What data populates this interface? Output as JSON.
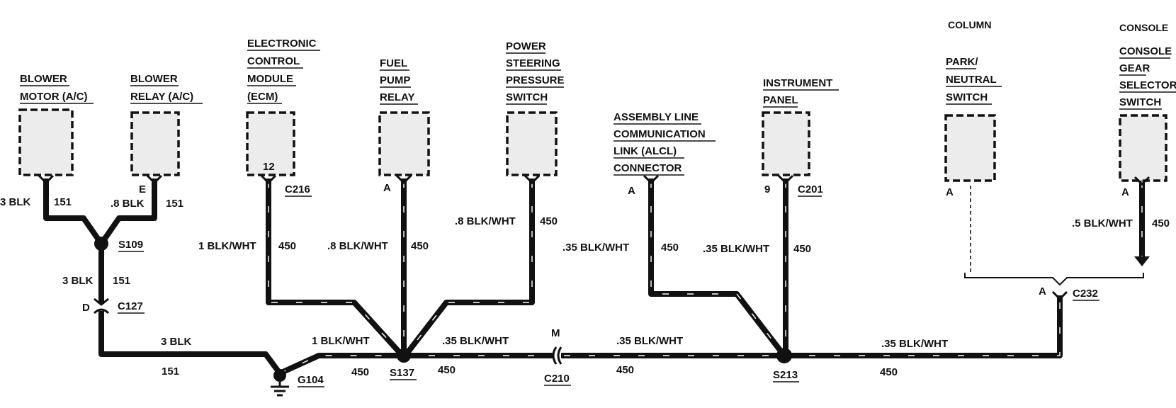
{
  "components": {
    "blower_motor": [
      "BLOWER",
      "MOTOR (A/C)"
    ],
    "blower_relay": [
      "BLOWER",
      "RELAY (A/C)"
    ],
    "ecm": [
      "ELECTRONIC",
      "CONTROL",
      "MODULE",
      "(ECM)"
    ],
    "fuel_pump_relay": [
      "FUEL",
      "PUMP",
      "RELAY"
    ],
    "ps_switch": [
      "POWER",
      "STEERING",
      "PRESSURE",
      "SWITCH"
    ],
    "alcl": [
      "ASSEMBLY LINE",
      "COMMUNICATION",
      "LINK (ALCL)",
      "CONNECTOR"
    ],
    "instrument_panel": [
      "INSTRUMENT",
      "PANEL"
    ],
    "column_header": "COLUMN",
    "park_neutral": [
      "PARK/",
      "NEUTRAL",
      "SWITCH"
    ],
    "console_header": "CONSOLE",
    "console_gear": [
      "CONSOLE",
      "GEAR",
      "SELECTOR",
      "SWITCH"
    ]
  },
  "pins": {
    "ecm": "12",
    "blower_relay": "E",
    "fuel_pump": "A",
    "alcl": "A",
    "instrument_panel": "9",
    "park_neutral": "A",
    "console_gear": "A",
    "c232": "A",
    "c127": "D",
    "c210": "M"
  },
  "connectors": {
    "c216": "C216",
    "c201": "C201",
    "c127": "C127",
    "c210": "C210",
    "c232": "C232",
    "s109": "S109",
    "s137": "S137",
    "s213": "S213",
    "g104": "G104"
  },
  "wires": {
    "blower_motor": {
      "gauge": "3 BLK",
      "circuit": "151"
    },
    "blower_relay": {
      "gauge": ".8 BLK",
      "circuit": "151"
    },
    "s109_c127": {
      "gauge": "3 BLK",
      "circuit": "151"
    },
    "c127_g104": {
      "gauge": "3 BLK",
      "circuit": "151"
    },
    "ecm": {
      "gauge": "1 BLK/WHT",
      "circuit": "450"
    },
    "fuel_pump": {
      "gauge": ".8 BLK/WHT",
      "circuit": "450"
    },
    "ps_switch": {
      "gauge": ".8 BLK/WHT",
      "circuit": "450"
    },
    "g104_s137": {
      "gauge": "1 BLK/WHT",
      "circuit": "450"
    },
    "s137_c210": {
      "gauge": ".35 BLK/WHT",
      "circuit": "450"
    },
    "c210_s213": {
      "gauge": ".35 BLK/WHT",
      "circuit": "450"
    },
    "alcl": {
      "gauge": ".35 BLK/WHT",
      "circuit": "450"
    },
    "instrument_panel": {
      "gauge": ".35 BLK/WHT",
      "circuit": "450"
    },
    "s213_c232": {
      "gauge": ".35 BLK/WHT",
      "circuit": "450"
    },
    "console_gear": {
      "gauge": ".5 BLK/WHT",
      "circuit": "450"
    }
  }
}
